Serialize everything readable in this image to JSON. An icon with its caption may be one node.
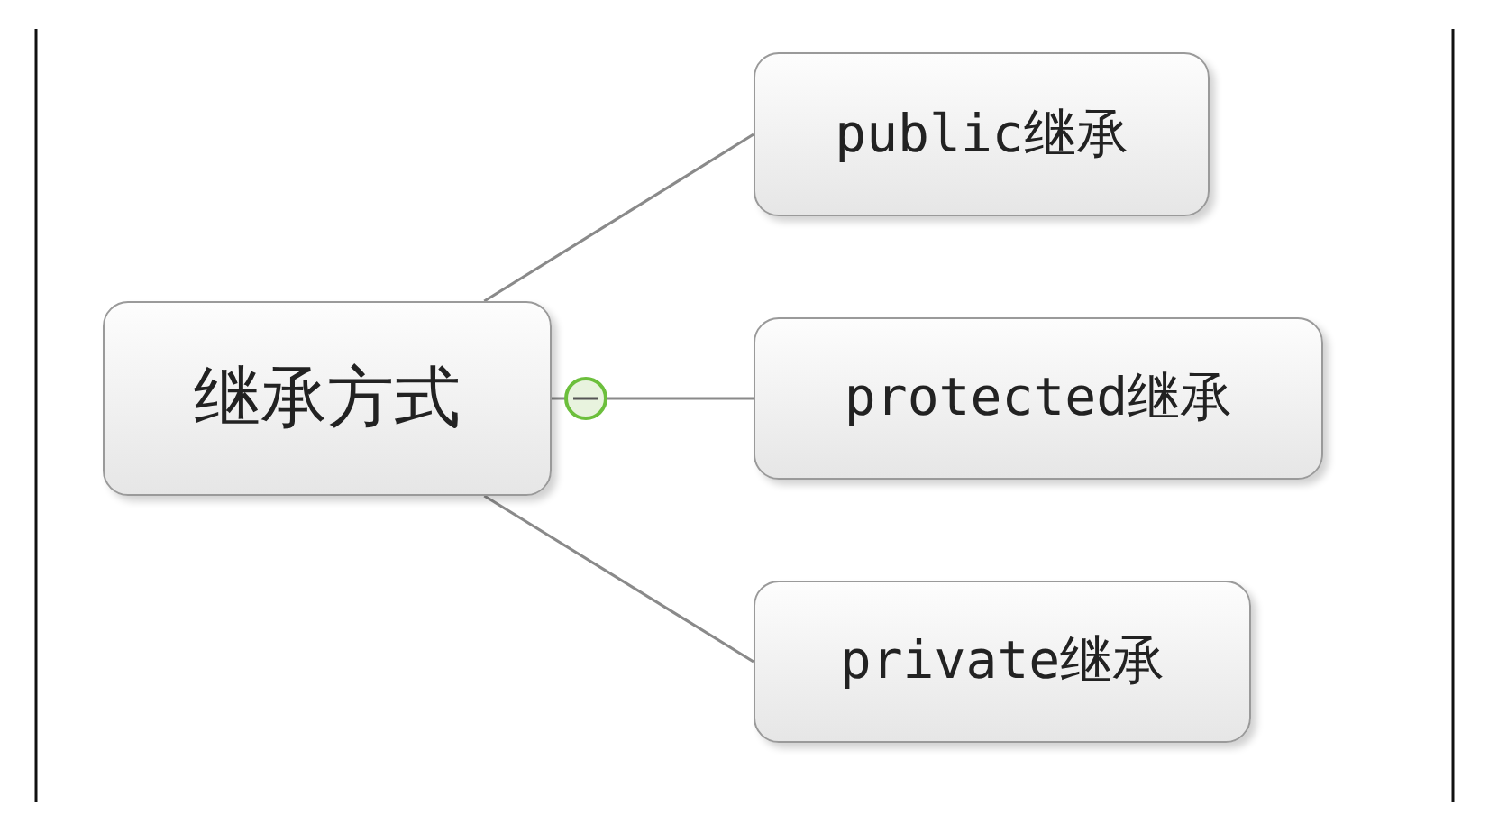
{
  "diagram": {
    "nodes": [
      {
        "text": [
          "继承方式"
        ]
      },
      {
        "text": [
          "public继承"
        ]
      },
      {
        "text": [
          "protected继承"
        ]
      },
      {
        "text": [
          "private继承"
        ]
      }
    ],
    "edges": [
      {
        "from": 0,
        "to": 1,
        "arrow": "none"
      },
      {
        "from": 0,
        "to": 2,
        "arrow": "none"
      },
      {
        "from": 0,
        "to": 3,
        "arrow": "none"
      }
    ]
  }
}
